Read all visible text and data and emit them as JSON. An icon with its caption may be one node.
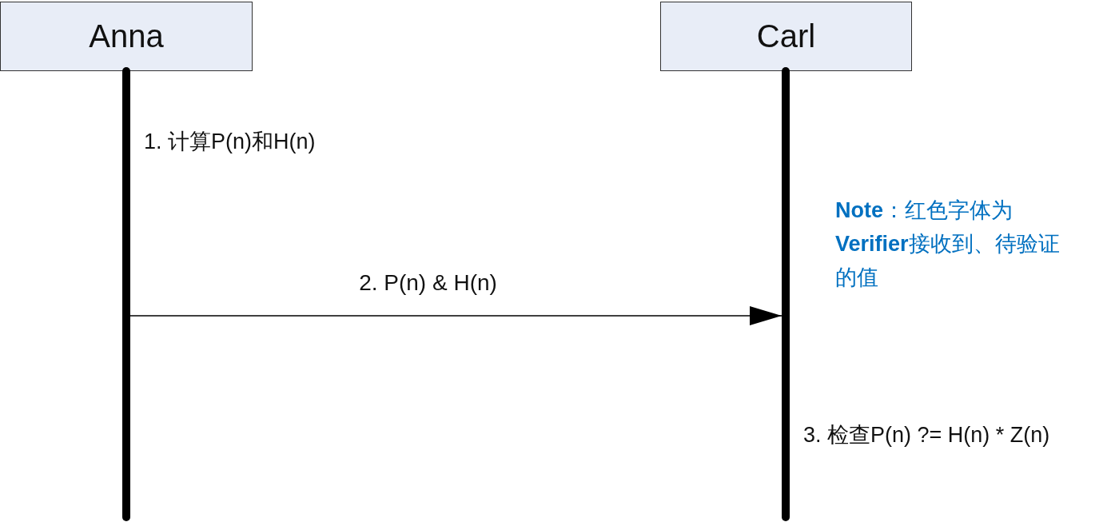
{
  "diagram": {
    "nodes": [
      {
        "text": [
          "Anna"
        ]
      },
      {
        "text": [
          "Carl"
        ]
      },
      {
        "text": [],
        "shape": "bar"
      },
      {
        "text": [],
        "shape": "bar"
      }
    ],
    "edges": [
      {
        "from": 2,
        "to": 3,
        "arrow": "to",
        "label": "2. P(n) & H(n)"
      }
    ],
    "labels": [
      "1. 计算P(n)和H(n)",
      "**Note**：红色字体为**Verifier**接收到、待验证的值",
      "3. 检查P(n) ?= H(n) * Z(n)"
    ]
  }
}
